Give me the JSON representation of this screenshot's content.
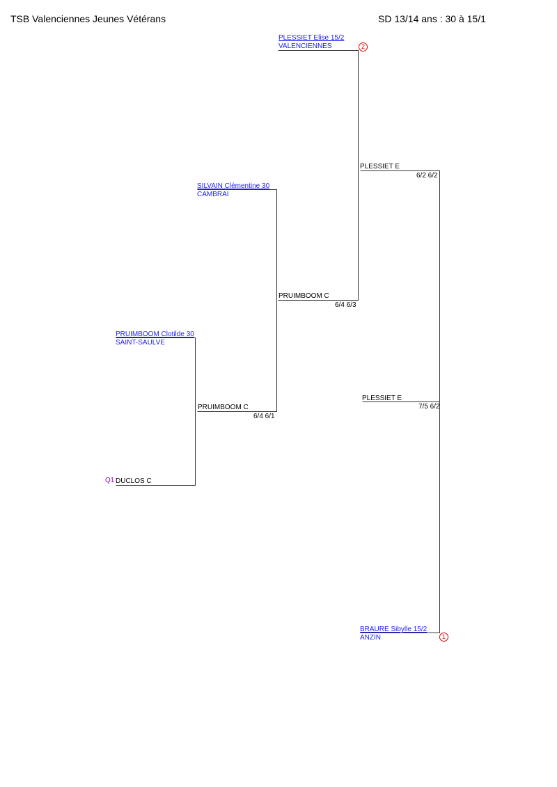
{
  "header": {
    "club": "TSB Valenciennes Jeunes Vétérans",
    "draw": "SD 13/14 ans : 30 à 15/1"
  },
  "entrants": {
    "plessiet": {
      "name": "PLESSIET Elise 15/2",
      "club": "VALENCIENNES",
      "seed": "2"
    },
    "silvain": {
      "name": "SILVAIN Clémentine 30",
      "club": "CAMBRAI"
    },
    "pruimboom": {
      "name": "PRUIMBOOM Clotilde 30",
      "club": "SAINT-SAULVE"
    },
    "duclos": {
      "name": "DUCLOS C",
      "qualifier": "Q1"
    },
    "braure": {
      "name": "BRAURE Sibylle 15/2",
      "club": "ANZIN",
      "seed": "1"
    }
  },
  "results": {
    "r1": {
      "winner": "PRUIMBOOM C",
      "score": "6/4 6/1"
    },
    "r2": {
      "winner": "PRUIMBOOM C",
      "score": "6/4 6/3"
    },
    "r3": {
      "winner": "PLESSIET E",
      "score": "6/2 6/2"
    },
    "r4": {
      "winner": "PLESSIET E",
      "score": "7/5 6/2"
    }
  }
}
